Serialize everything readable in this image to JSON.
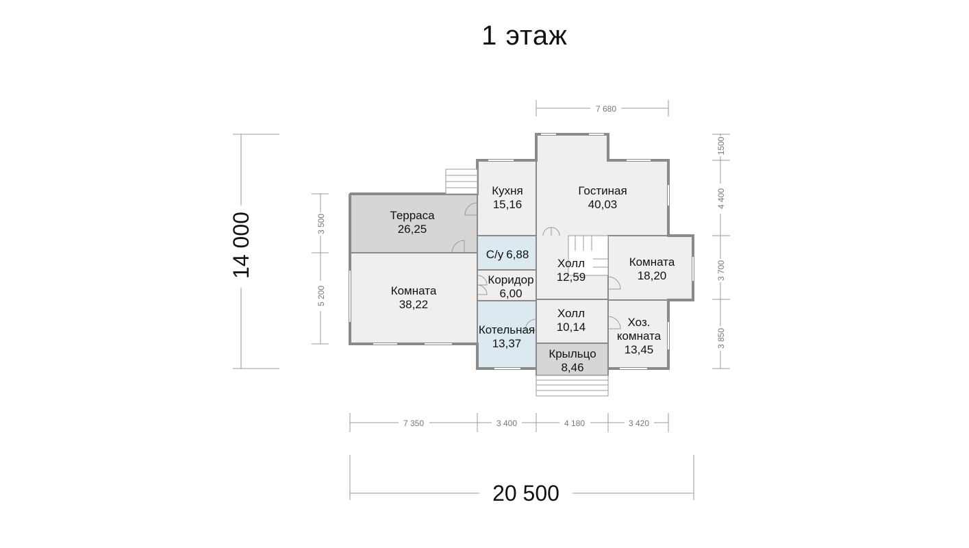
{
  "title": "1 этаж",
  "colors": {
    "wall": "#8a8a8a",
    "room_fill": "#f1efee",
    "terrace_fill": "#d8d6d4",
    "wet_fill": "#dde9f1",
    "dim_line": "#999999",
    "text": "#111111"
  },
  "rooms": [
    {
      "name": "Терраса",
      "area": "26,25"
    },
    {
      "name": "Комната",
      "area": "38,22"
    },
    {
      "name": "Кухня",
      "area": "15,16"
    },
    {
      "name": "Гостиная",
      "area": "40,03"
    },
    {
      "name": "С/у",
      "area": "6,88"
    },
    {
      "name": "Холл",
      "area": "12,59"
    },
    {
      "name": "Комната",
      "area": "18,20"
    },
    {
      "name": "Коридор",
      "area": "6,00"
    },
    {
      "name": "Котельная",
      "area": "13,37"
    },
    {
      "name": "Холл",
      "area": "10,14"
    },
    {
      "name": "Хоз.",
      "name2": "комната",
      "area": "13,45"
    },
    {
      "name": "Крыльцо",
      "area": "8,46"
    }
  ],
  "dimensions": {
    "top": "7 680",
    "right": [
      "1500",
      "4 400",
      "3 700",
      "3 850"
    ],
    "left": [
      "3 500",
      "5 200"
    ],
    "bottom": [
      "7 350",
      "3 400",
      "4 180",
      "3 420"
    ],
    "total_width": "20 500",
    "total_height": "14 000"
  }
}
